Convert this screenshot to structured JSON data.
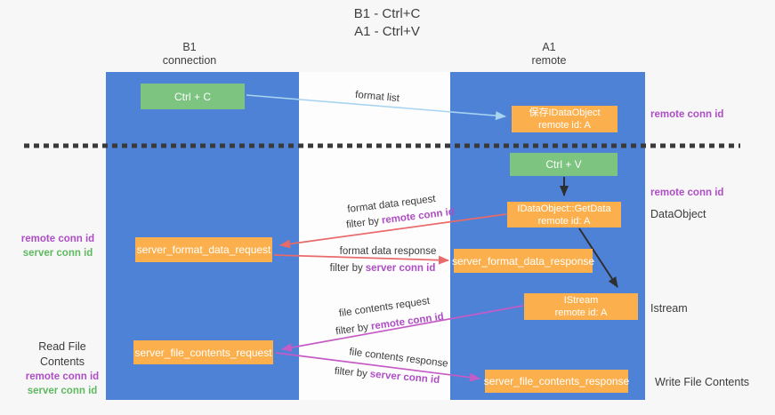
{
  "title": {
    "line1": "B1 - Ctrl+C",
    "line2": "A1 - Ctrl+V"
  },
  "columns": {
    "left": {
      "header_line1": "B1",
      "header_line2": "connection"
    },
    "right": {
      "header_line1": "A1",
      "header_line2": "remote"
    }
  },
  "nodes": {
    "ctrl_c": "Ctrl + C",
    "ctrl_v": "Ctrl + V",
    "save_dataobject": {
      "line1": "保存IDataObject",
      "line2": "remote id: A"
    },
    "getdata": {
      "line1": "IDataObject::GetData",
      "line2": "remote id: A"
    },
    "istream": {
      "line1": "IStream",
      "line2": "remote id: A"
    },
    "server_format_data_request": "server_format_data_request",
    "server_format_data_response": "server_format_data_response",
    "server_file_contents_request": "server_file_contents_request",
    "server_file_contents_response": "server_file_contents_response"
  },
  "edge_labels": {
    "format_list": "format list",
    "format_data_request": "format data request",
    "format_data_response": "format data response",
    "file_contents_request": "file contents request",
    "file_contents_response": "file contents response",
    "filter_by": "filter by",
    "remote_conn_id": "remote conn id",
    "server_conn_id": "server conn id"
  },
  "annotations": {
    "right_remote_conn_id_top": "remote conn id",
    "right_remote_conn_id_mid": "remote conn id",
    "dataobject": "DataObject",
    "istream": "Istream",
    "write_file_contents": "Write File Contents",
    "left_top": {
      "remote": "remote conn id",
      "server": "server conn id"
    },
    "left_bottom": {
      "title": "Read File Contents",
      "remote": "remote conn id",
      "server": "server conn id"
    }
  },
  "colors": {
    "column_blue": "#4d82d6",
    "node_green": "#7cc47f",
    "node_orange": "#fbb04d",
    "arrow_lightblue": "#a9d4f1",
    "arrow_red": "#e96a6a",
    "arrow_magenta": "#c55bc5",
    "arrow_black": "#2f2f2f",
    "text_purple": "#ae4ec4",
    "text_green": "#5fb95f",
    "text_dark": "#3b3b3b",
    "dashed_line": "#3a3a3a"
  }
}
